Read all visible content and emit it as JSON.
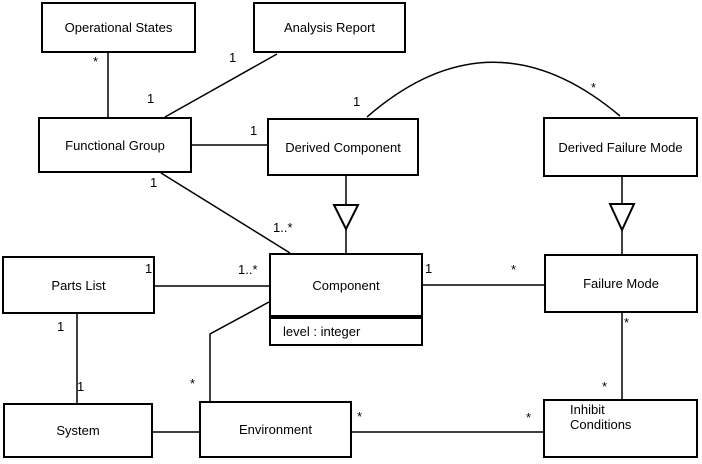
{
  "diagram": {
    "type": "uml-class-diagram",
    "background_color": "#ffffff",
    "line_color": "#000000",
    "nodes": {
      "operational_states": {
        "label": "Operational States"
      },
      "analysis_report": {
        "label": "Analysis Report"
      },
      "functional_group": {
        "label": "Functional Group"
      },
      "derived_component": {
        "label": "Derived Component"
      },
      "derived_failure_mode": {
        "label": "Derived Failure Mode"
      },
      "parts_list": {
        "label": "Parts List"
      },
      "component": {
        "label": "Component",
        "attributes": [
          "level : integer"
        ]
      },
      "failure_mode": {
        "label": "Failure Mode"
      },
      "system": {
        "label": "System"
      },
      "environment": {
        "label": "Environment"
      },
      "inhibit_conditions": {
        "label": "Inhibit\nConditions"
      }
    },
    "multiplicities": {
      "operational_states_end": "*",
      "analysis_report_end": "1",
      "functional_group_end_of_analysis_report_line": "1",
      "derived_component_end_of_functional_group_line": "1",
      "derived_component_end_of_arc": "1",
      "derived_failure_mode_end_of_arc": "*",
      "functional_group_end_of_component_line": "1",
      "component_end_of_functional_group_line": "1..*",
      "parts_list_end_of_component_line": "1",
      "component_end_of_parts_list_line": "1..*",
      "component_end_of_failure_mode_line": "1",
      "failure_mode_end_of_component_line": "*",
      "failure_mode_end_of_inhibit_line": "*",
      "inhibit_end_of_failure_mode_line": "*",
      "environment_end_of_component_line": "*",
      "parts_list_end_of_system_line": "1",
      "system_end_of_parts_list_line": "1",
      "environment_end_of_inhibit_line": "*",
      "inhibit_end_of_environment_line": "*"
    },
    "relationships": [
      {
        "from": "Operational States",
        "to": "Functional Group",
        "type": "association",
        "from_multiplicity": "*",
        "to_multiplicity": ""
      },
      {
        "from": "Analysis Report",
        "to": "Functional Group",
        "type": "association",
        "from_multiplicity": "1",
        "to_multiplicity": "1"
      },
      {
        "from": "Functional Group",
        "to": "Derived Component",
        "type": "association",
        "from_multiplicity": "",
        "to_multiplicity": "1"
      },
      {
        "from": "Functional Group",
        "to": "Component",
        "type": "association",
        "from_multiplicity": "1",
        "to_multiplicity": "1..*"
      },
      {
        "from": "Derived Component",
        "to": "Derived Failure Mode",
        "type": "association-arc",
        "from_multiplicity": "1",
        "to_multiplicity": "*"
      },
      {
        "from": "Derived Component",
        "to": "Component",
        "type": "generalization",
        "from_multiplicity": "",
        "to_multiplicity": ""
      },
      {
        "from": "Derived Failure Mode",
        "to": "Failure Mode",
        "type": "generalization",
        "from_multiplicity": "",
        "to_multiplicity": ""
      },
      {
        "from": "Parts List",
        "to": "Component",
        "type": "association",
        "from_multiplicity": "1",
        "to_multiplicity": "1..*"
      },
      {
        "from": "Component",
        "to": "Failure Mode",
        "type": "association",
        "from_multiplicity": "1",
        "to_multiplicity": "*"
      },
      {
        "from": "Parts List",
        "to": "System",
        "type": "association",
        "from_multiplicity": "1",
        "to_multiplicity": "1"
      },
      {
        "from": "System",
        "to": "Environment",
        "type": "association",
        "from_multiplicity": "",
        "to_multiplicity": ""
      },
      {
        "from": "Component",
        "to": "Environment",
        "type": "association",
        "from_multiplicity": "",
        "to_multiplicity": "*"
      },
      {
        "from": "Failure Mode",
        "to": "Inhibit Conditions",
        "type": "association",
        "from_multiplicity": "*",
        "to_multiplicity": "*"
      },
      {
        "from": "Environment",
        "to": "Inhibit Conditions",
        "type": "association",
        "from_multiplicity": "*",
        "to_multiplicity": "*"
      }
    ]
  }
}
